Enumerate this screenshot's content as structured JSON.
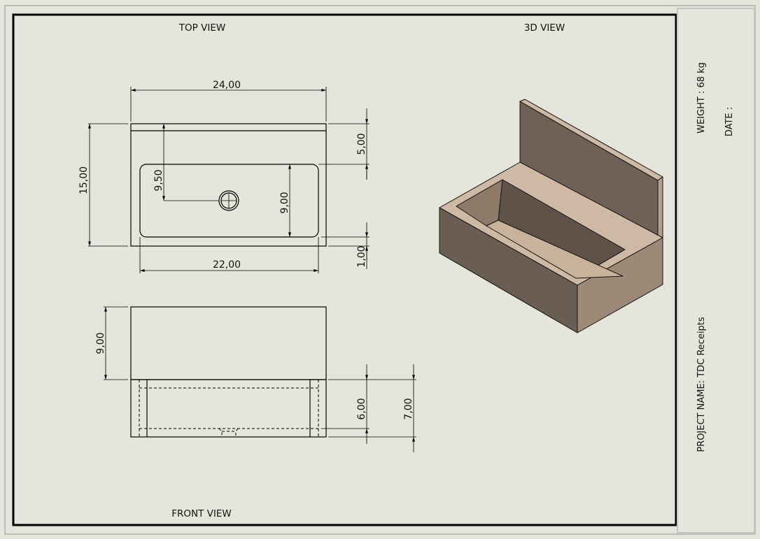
{
  "views": {
    "top_view_label": "TOP VIEW",
    "front_view_label": "FRONT VIEW",
    "view_3d_label": "3D VIEW"
  },
  "top_view_dims": {
    "overall_width": "24,00",
    "overall_depth": "15,00",
    "drain_offset": "9,50",
    "basin_depth": "9,00",
    "back_margin": "5,00",
    "front_margin": "1,00",
    "basin_width": "22,00"
  },
  "front_view_dims": {
    "backsplash_height": "9,00",
    "basin_height": "6,00",
    "body_height": "7,00"
  },
  "title_block": {
    "weight": "WEIGHT : 68 kg",
    "date": "DATE :",
    "project_name": "PROJECT NAME: TDC Receipts"
  },
  "colors": {
    "paper": "#e6e5dc",
    "stone_dark": "#6e6156",
    "stone_light": "#cdb9a4"
  }
}
